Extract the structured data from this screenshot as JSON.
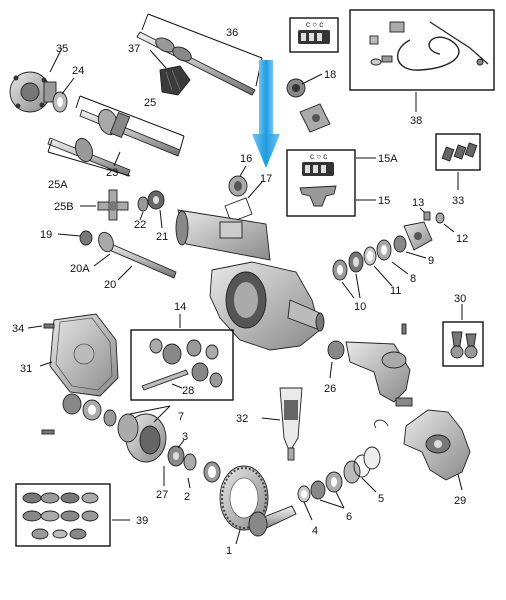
{
  "diagram": {
    "labels": {
      "l1": "1",
      "l2": "2",
      "l3": "3",
      "l4": "4",
      "l5": "5",
      "l6": "6",
      "l7": "7",
      "l8": "8",
      "l9": "9",
      "l10": "10",
      "l11": "11",
      "l12": "12",
      "l13": "13",
      "l14": "14",
      "l15": "15",
      "l15a": "15A",
      "l16": "16",
      "l17": "17",
      "l18": "18",
      "l19": "19",
      "l20": "20",
      "l20a": "20A",
      "l21": "21",
      "l22": "22",
      "l23": "23",
      "l24": "24",
      "l25": "25",
      "l25a": "25A",
      "l25b": "25B",
      "l26": "26",
      "l27": "27",
      "l28": "28",
      "l29": "29",
      "l30": "30",
      "l31": "31",
      "l32": "32",
      "l33": "33",
      "l34": "34",
      "l35": "35",
      "l36": "36",
      "l37": "37",
      "l38": "38",
      "l39": "39"
    },
    "colors": {
      "arrow": "#29a3e0",
      "metal_light": "#d9d9d9",
      "metal_mid": "#a8a8a8",
      "metal_dark": "#555555"
    }
  }
}
